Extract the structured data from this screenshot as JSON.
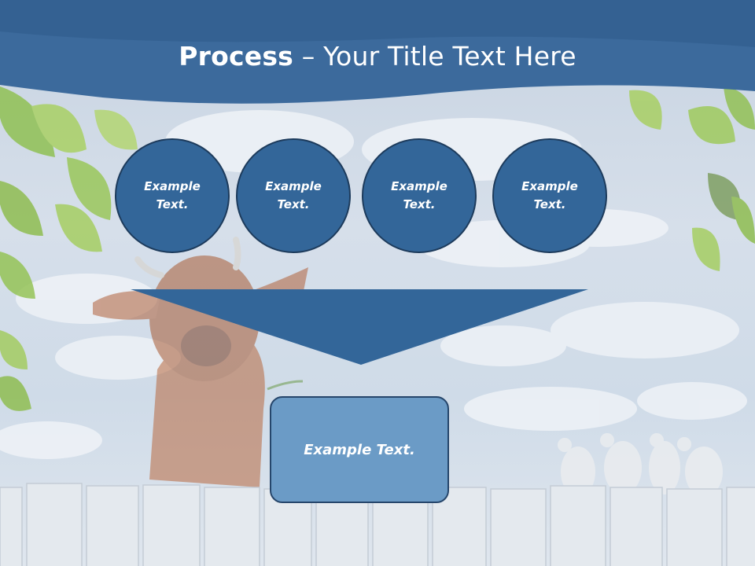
{
  "slide": {
    "title_bold": "Process",
    "title_rest": " – Your Title Text Here"
  },
  "process": {
    "steps": [
      {
        "label": "Example Text."
      },
      {
        "label": "Example Text."
      },
      {
        "label": "Example Text."
      },
      {
        "label": "Example Text."
      }
    ],
    "result_label": "Example Text."
  },
  "colors": {
    "header_band": "#3c6a9c",
    "circle_fill": "#336699",
    "circle_border": "#1d3b5c",
    "funnel": "#336699",
    "result_box": "#6b9bc6",
    "result_border": "#26466b"
  },
  "background": [
    "cow",
    "leaves",
    "clouds",
    "white-picket-fence",
    "doves"
  ]
}
